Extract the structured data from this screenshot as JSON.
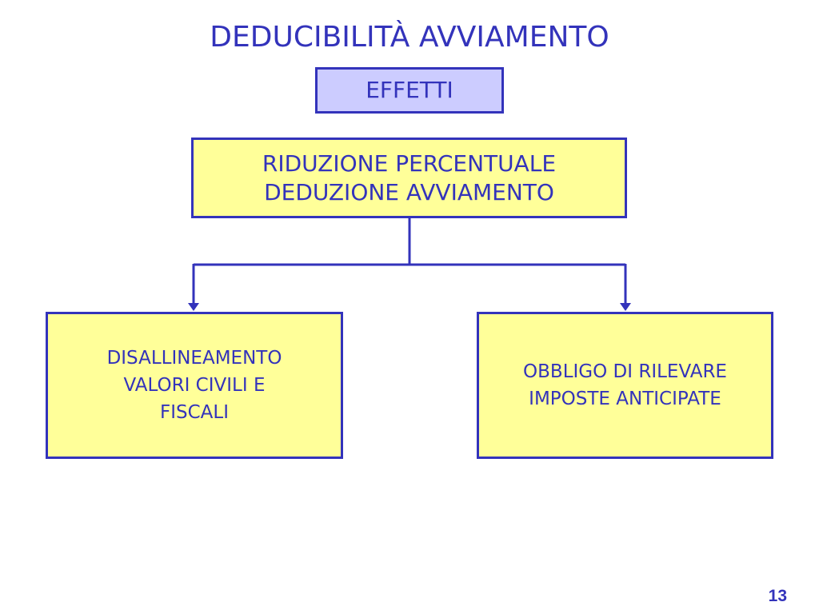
{
  "slide": {
    "title": "DEDUCIBILITÀ AVVIAMENTO",
    "page_number": "13"
  },
  "diagram": {
    "header_box": "EFFETTI",
    "main_box": "RIDUZIONE PERCENTUALE\nDEDUZIONE AVVIAMENTO",
    "left_box": "DISALLINEAMENTO\nVALORI CIVILI E\nFISCALI",
    "right_box": "OBBLIGO DI RILEVARE\nIMPOSTE ANTICIPATE"
  },
  "colors": {
    "accent": "#3333bb",
    "header_fill": "#ccccff",
    "box_fill": "#ffff99"
  }
}
